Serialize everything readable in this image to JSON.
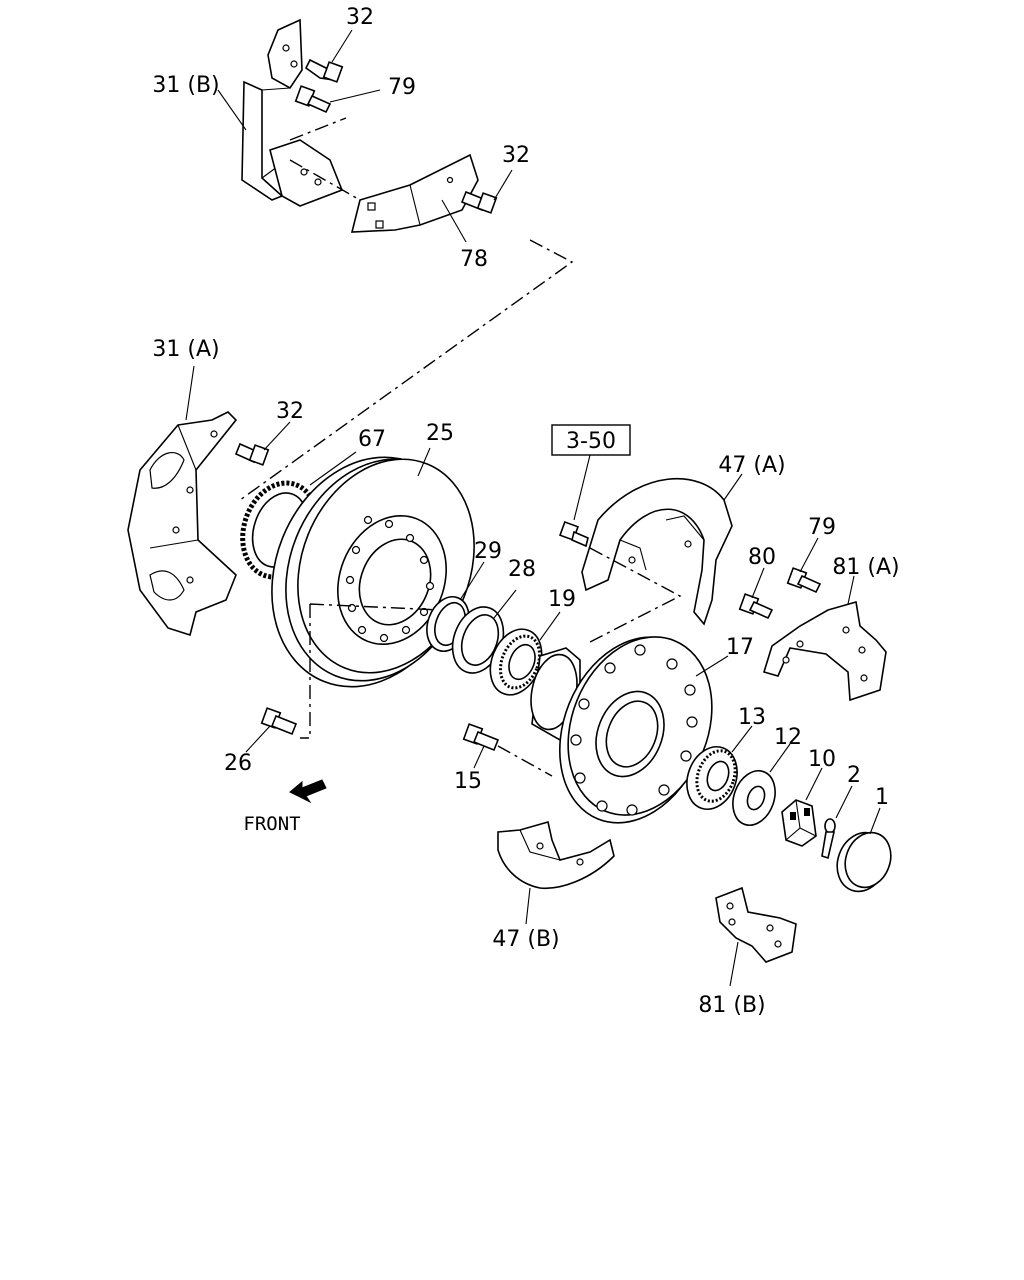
{
  "callouts": {
    "c32_top": "32",
    "c31b": "31 (B)",
    "c79_top": "79",
    "c32_mid": "32",
    "c78": "78",
    "c31a": "31 (A)",
    "c32_left": "32",
    "c67": "67",
    "c25": "25",
    "c3_50": "3-50",
    "c47a": "47 (A)",
    "c79_right": "79",
    "c80": "80",
    "c81a": "81 (A)",
    "c29": "29",
    "c28": "28",
    "c19": "19",
    "c17": "17",
    "c13": "13",
    "c12": "12",
    "c10": "10",
    "c2": "2",
    "c1": "1",
    "c26": "26",
    "c15": "15",
    "c47b": "47 (B)",
    "c81b": "81 (B)",
    "front": "FRONT"
  },
  "colors": {
    "line": "#000000",
    "background": "#ffffff"
  }
}
